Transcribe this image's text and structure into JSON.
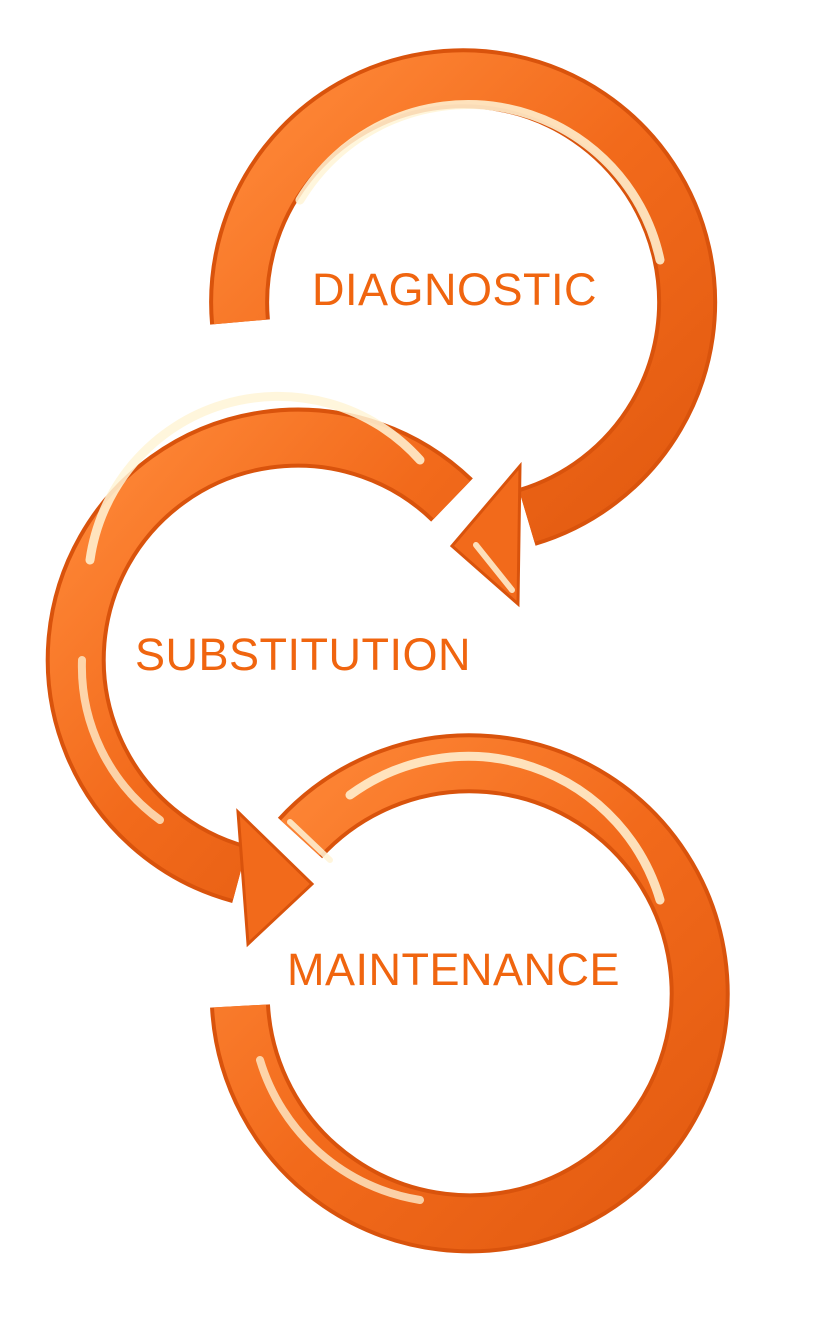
{
  "colors": {
    "arrow_main": "#f26a1b",
    "arrow_light": "#fff4d6",
    "arrow_dark": "#d9530c",
    "label": "#f0650f"
  },
  "stages": [
    {
      "label": "DIAGNOSTIC",
      "icon": "circular-arrow-icon"
    },
    {
      "label": "SUBSTITUTION",
      "icon": "circular-arrow-icon"
    },
    {
      "label": "MAINTENANCE",
      "icon": "circular-arrow-icon"
    }
  ]
}
